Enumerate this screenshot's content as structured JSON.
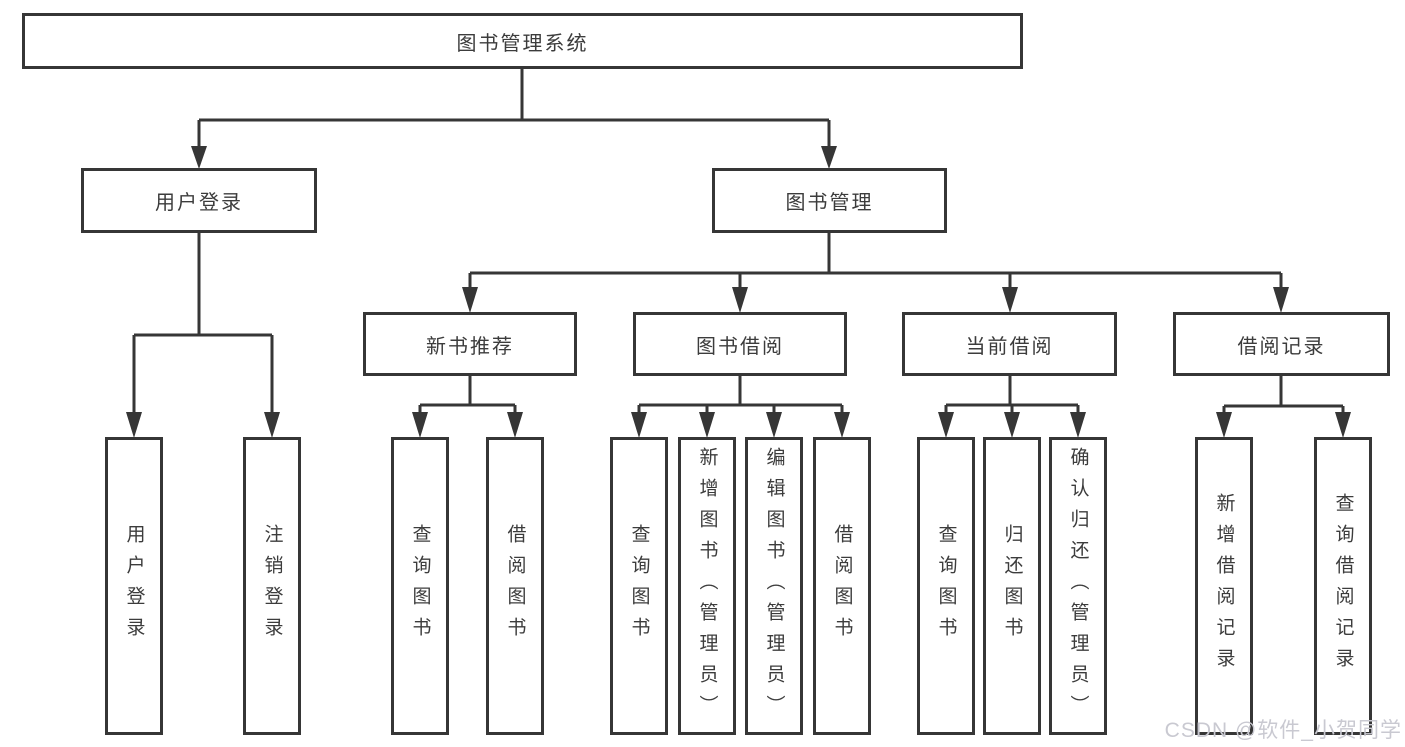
{
  "diagram": {
    "root": {
      "label": "图书管理系统"
    },
    "user_login": {
      "label": "用户登录",
      "children": [
        "用户登录",
        "注销登录"
      ]
    },
    "book_mgmt": {
      "label": "图书管理"
    },
    "new_books": {
      "label": "新书推荐",
      "children": [
        "查询图书",
        "借阅图书"
      ]
    },
    "book_borrow": {
      "label": "图书借阅",
      "children": [
        "查询图书",
        "新增图书（管理员）",
        "编辑图书（管理员）",
        "借阅图书"
      ]
    },
    "current_borrow": {
      "label": "当前借阅",
      "children": [
        "查询图书",
        "归还图书",
        "确认归还（管理员）"
      ]
    },
    "borrow_records": {
      "label": "借阅记录",
      "children": [
        "新增借阅记录",
        "查询借阅记录"
      ]
    },
    "colors": {
      "line": "#363636",
      "text": "#3c3c3c",
      "box_background": "#ffffff",
      "watermark": "#c9c9d1"
    },
    "watermark": "CSDN @软件_小贺同学"
  }
}
